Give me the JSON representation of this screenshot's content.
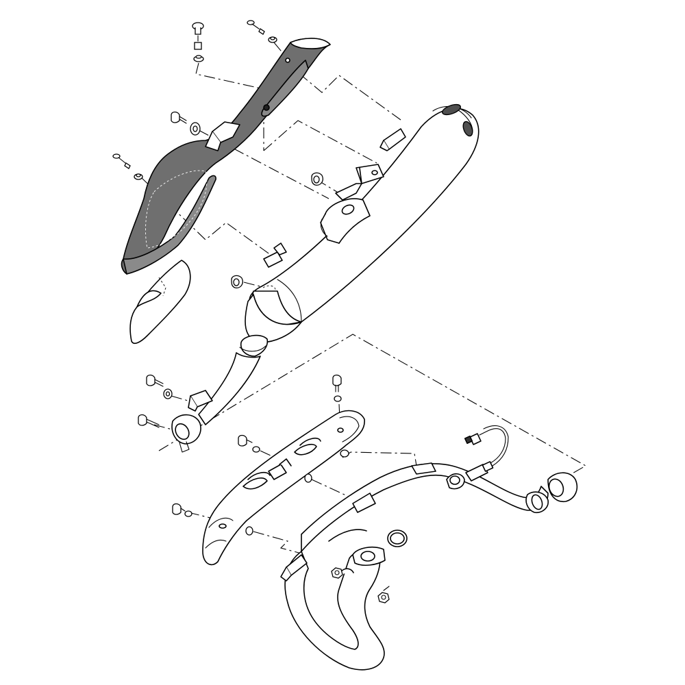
{
  "diagram": {
    "kind": "exploded-parts-view",
    "subject": "exhaust system",
    "style": {
      "line_color": "#000000",
      "background_color": "#ffffff",
      "heat_shield_fill": "#6f6f6f"
    },
    "parts": [
      {
        "name": "upper-heat-shield",
        "shaded": true
      },
      {
        "name": "heat-shield-inner-plate",
        "shaded": false
      },
      {
        "name": "muffler",
        "shaded": false
      },
      {
        "name": "muffler-mounting-bracket",
        "shaded": false
      },
      {
        "name": "lower-heat-shield",
        "shaded": false
      },
      {
        "name": "exhaust-header-pipe",
        "shaded": false
      },
      {
        "name": "o2-sensor",
        "shaded": false
      },
      {
        "name": "exhaust-gasket",
        "shaded": false
      },
      {
        "name": "exhaust-flange",
        "shaded": false
      },
      {
        "name": "gasket-ring",
        "shaded": false
      },
      {
        "name": "flange-nut",
        "shaded": false
      }
    ]
  }
}
